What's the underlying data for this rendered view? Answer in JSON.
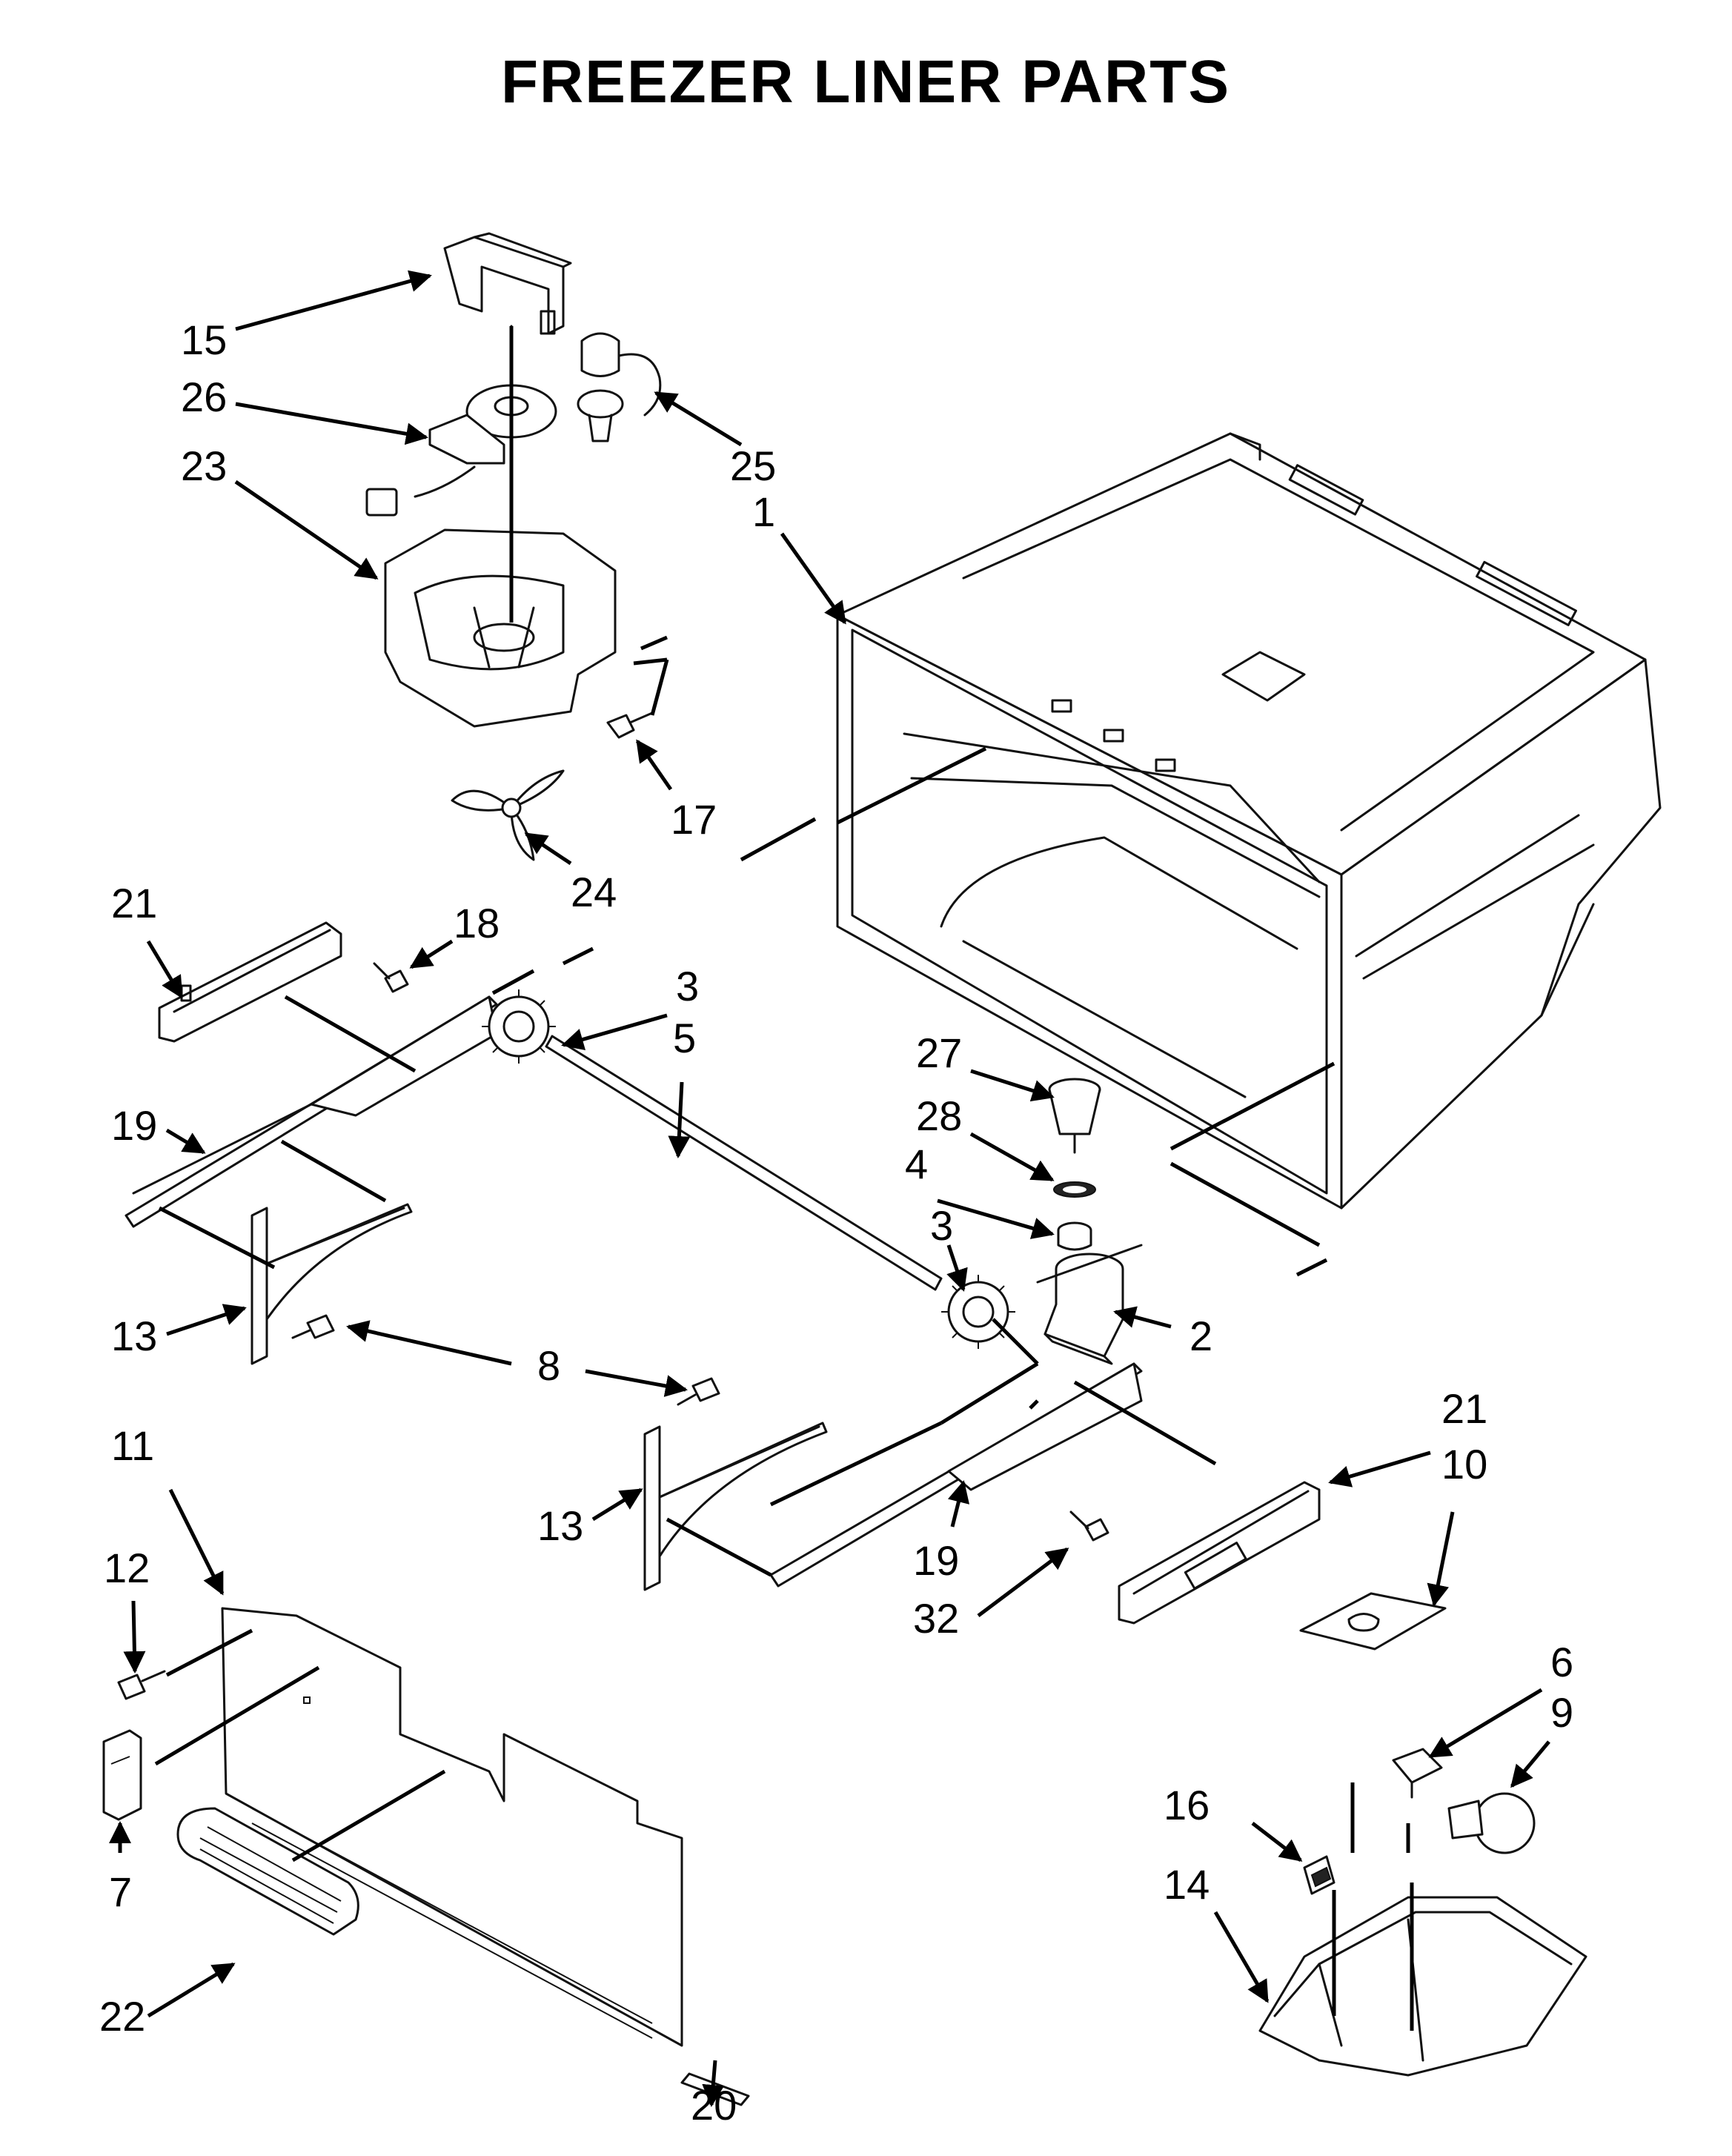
{
  "title": "FREEZER LINER PARTS",
  "callouts": {
    "c1": "1",
    "c2": "2",
    "c3a": "3",
    "c3b": "3",
    "c4": "4",
    "c5": "5",
    "c6": "6",
    "c7": "7",
    "c8": "8",
    "c9": "9",
    "c10": "10",
    "c11": "11",
    "c12": "12",
    "c13a": "13",
    "c13b": "13",
    "c14": "14",
    "c15": "15",
    "c16": "16",
    "c17": "17",
    "c18": "18",
    "c19a": "19",
    "c19b": "19",
    "c20": "20",
    "c21a": "21",
    "c21b": "21",
    "c22": "22",
    "c23": "23",
    "c24": "24",
    "c25": "25",
    "c26": "26",
    "c27": "27",
    "c28": "28",
    "c32": "32"
  }
}
